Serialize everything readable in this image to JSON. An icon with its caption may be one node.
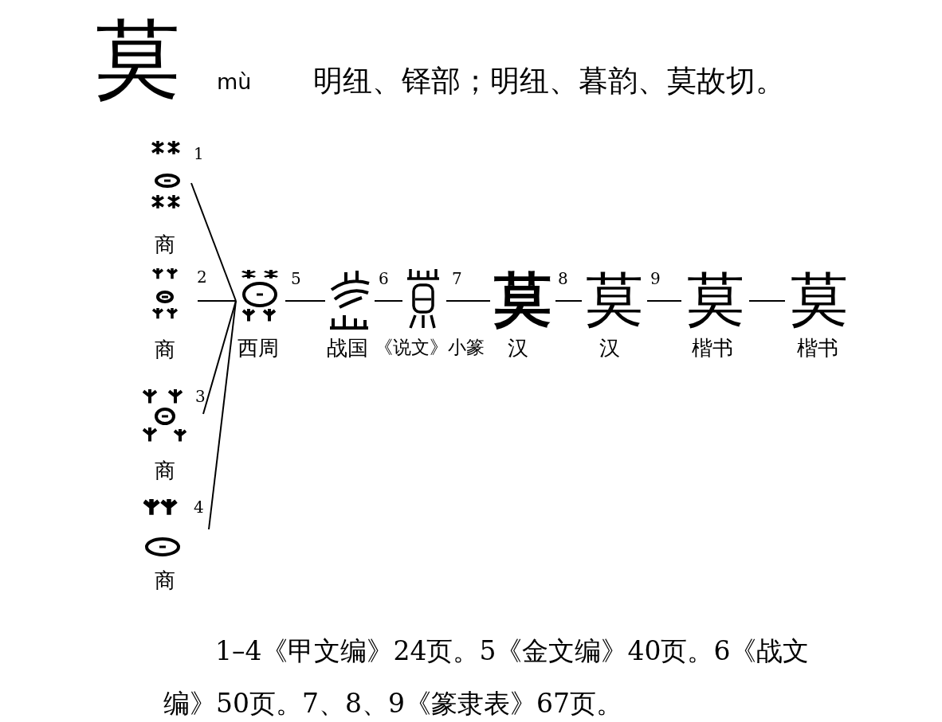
{
  "diagram": {
    "title": "莫",
    "nodes": [
      {
        "text": [],
        "shape": "picture",
        "beside": [
          "1",
          "商"
        ]
      },
      {
        "text": [],
        "shape": "picture",
        "beside": [
          "2",
          "商"
        ]
      },
      {
        "text": [],
        "shape": "picture",
        "beside": [
          "3",
          "商"
        ]
      },
      {
        "text": [],
        "shape": "picture",
        "beside": [
          "4",
          "商"
        ]
      },
      {
        "text": [],
        "shape": "picture",
        "beside": [
          "5",
          "西周"
        ]
      },
      {
        "text": [],
        "shape": "picture",
        "beside": [
          "6",
          "战国"
        ]
      },
      {
        "text": [],
        "shape": "picture",
        "beside": [
          "7",
          "《说文》小篆"
        ]
      },
      {
        "text": [
          "莫"
        ],
        "beside": [
          "8",
          "汉"
        ]
      },
      {
        "text": [
          "莫"
        ],
        "beside": [
          "9",
          "汉"
        ]
      },
      {
        "text": [
          "莫"
        ],
        "beside": [
          "楷书"
        ]
      },
      {
        "text": [
          "莫"
        ],
        "beside": [
          "楷书"
        ]
      }
    ],
    "edges": [
      {
        "from": 0,
        "to": 4,
        "arrow": "none"
      },
      {
        "from": 1,
        "to": 4,
        "arrow": "none"
      },
      {
        "from": 2,
        "to": 4,
        "arrow": "none"
      },
      {
        "from": 3,
        "to": 4,
        "arrow": "none"
      },
      {
        "from": 4,
        "to": 5,
        "arrow": "none"
      },
      {
        "from": 5,
        "to": 6,
        "arrow": "none"
      },
      {
        "from": 6,
        "to": 7,
        "arrow": "none"
      },
      {
        "from": 7,
        "to": 8,
        "arrow": "none"
      },
      {
        "from": 8,
        "to": 9,
        "arrow": "none"
      },
      {
        "from": 9,
        "to": 10,
        "arrow": "none"
      }
    ],
    "labels": [
      "mù",
      "明纽、铎部；明纽、暮韵、莫故切。"
    ],
    "caption": "1–4《甲文编》24页。5《金文编》40页。6《战文编》50页。7、8、9《篆隶表》67页。"
  }
}
